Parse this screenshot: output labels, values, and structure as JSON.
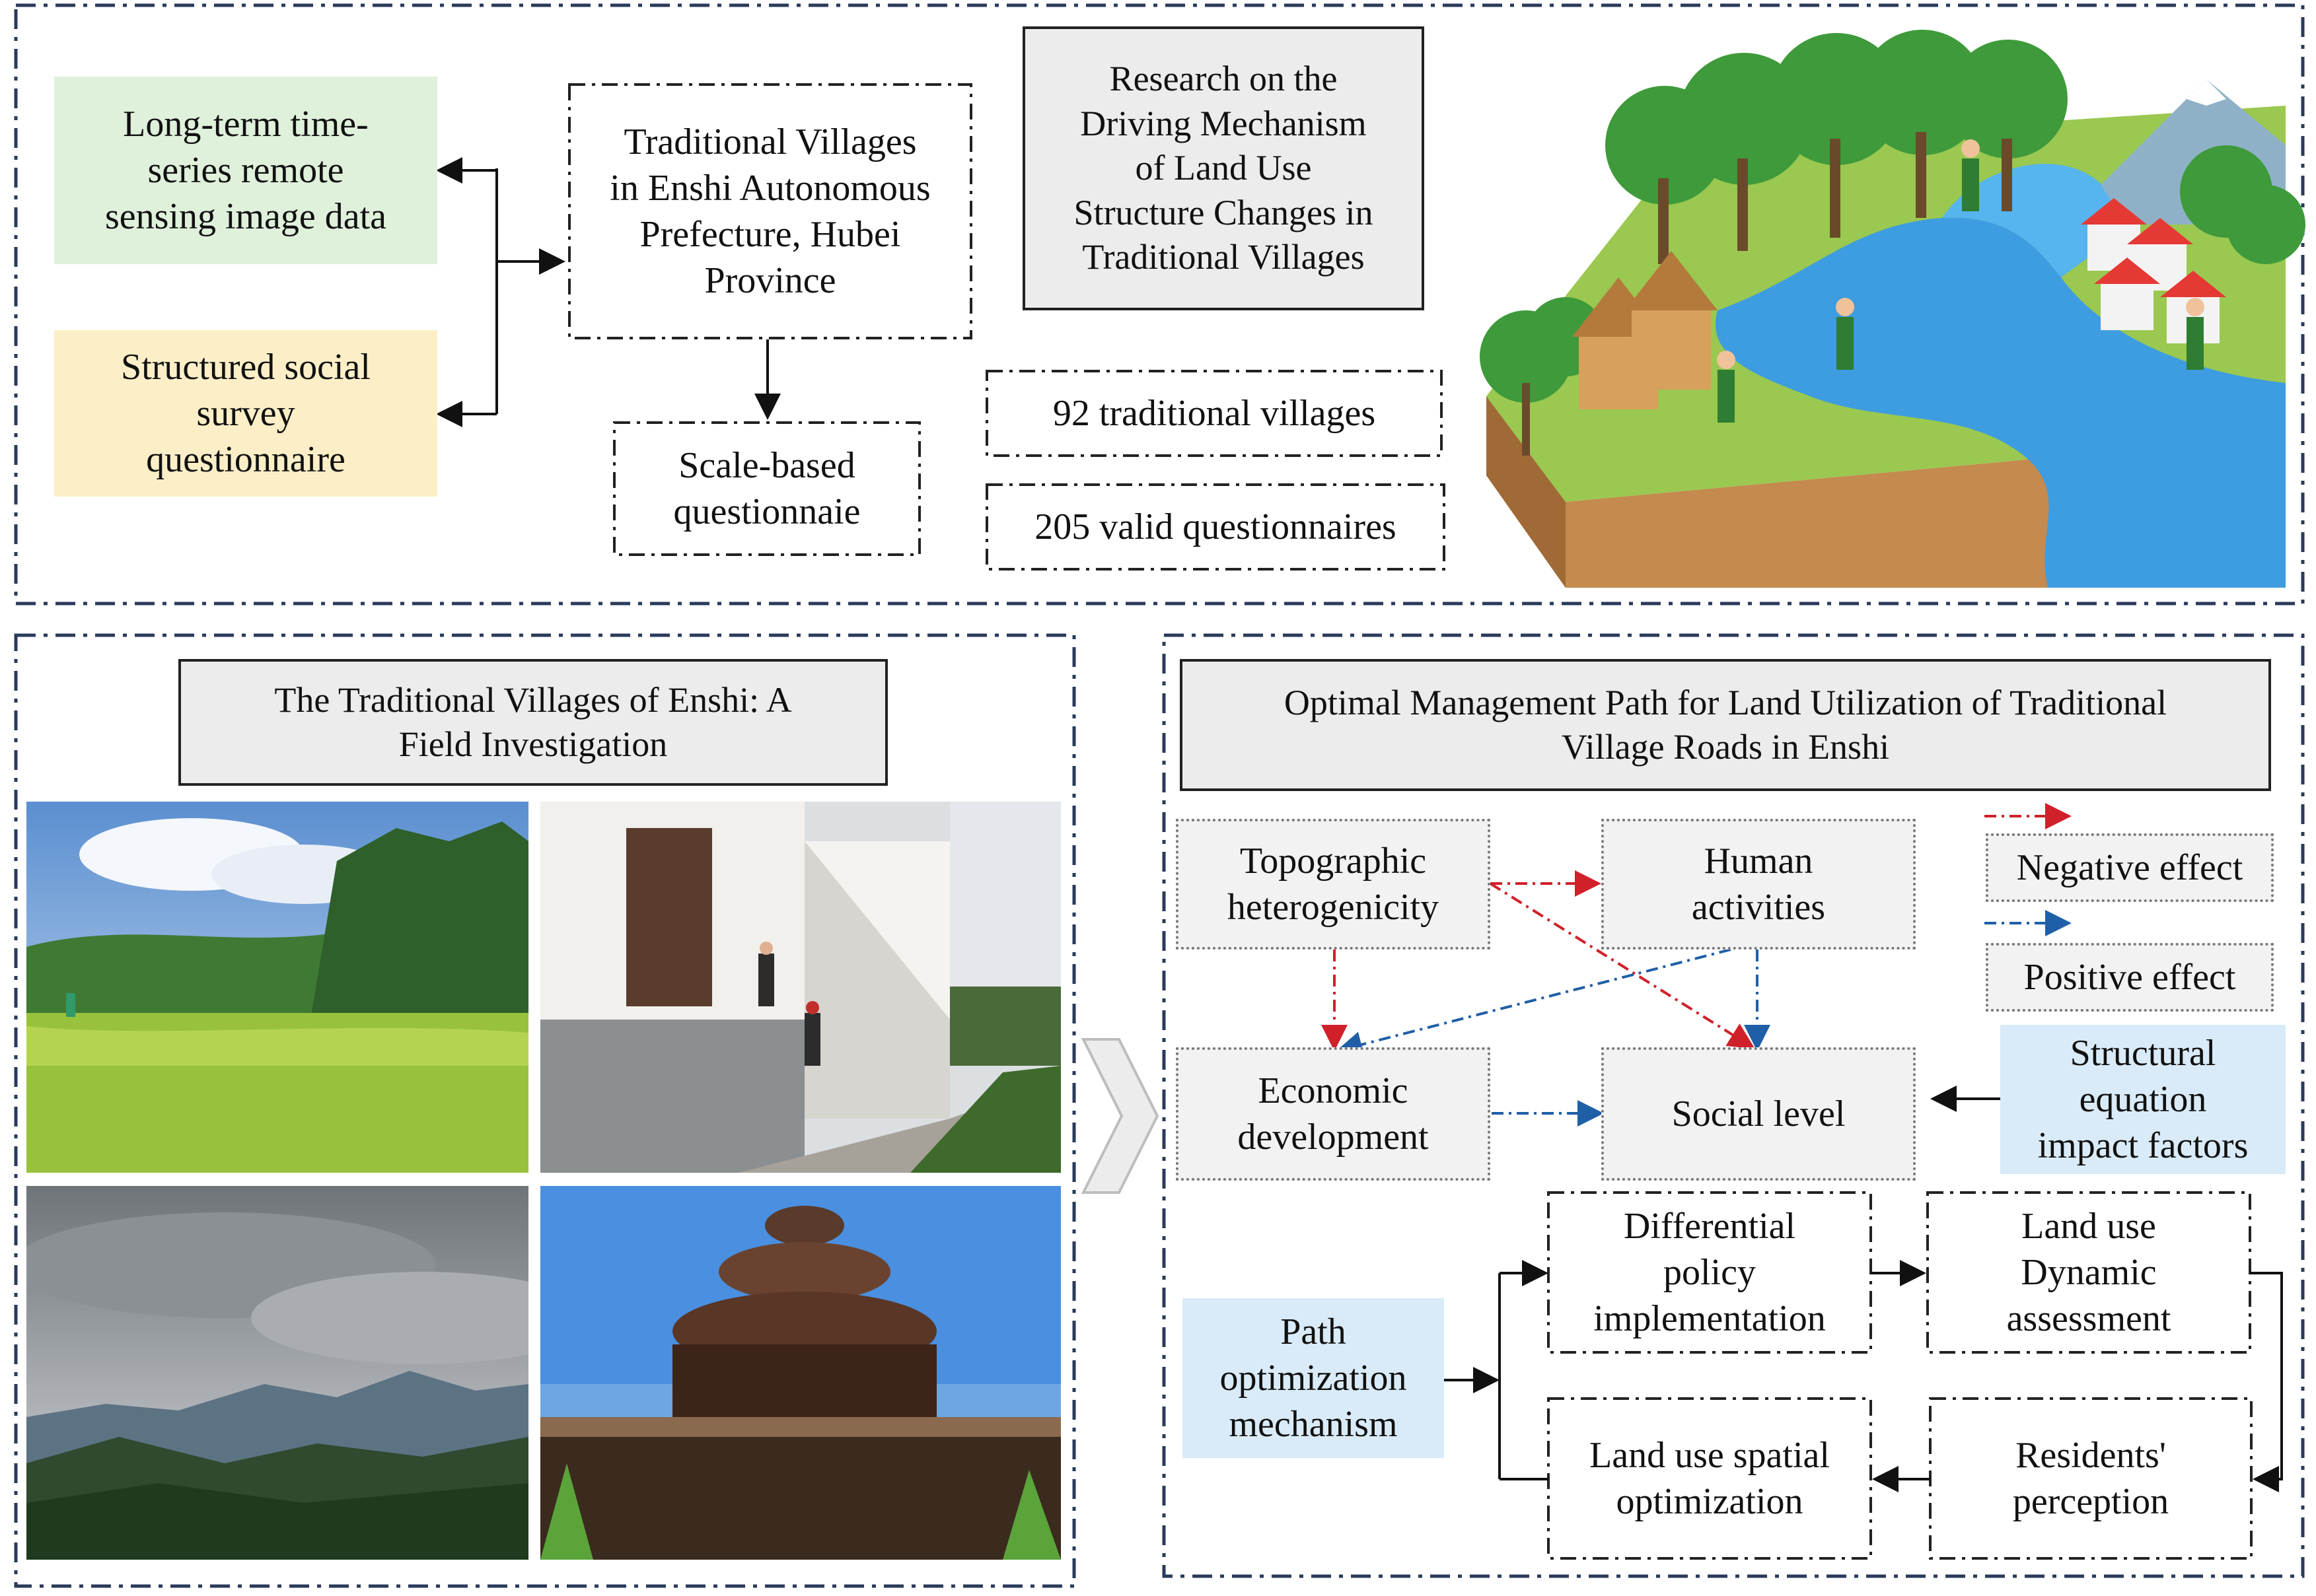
{
  "top": {
    "remote_sensing": "Long-term time-\nseries remote\nsensing image data",
    "social_survey": "Structured social\nsurvey\nquestionnaire",
    "villages_enshi": "Traditional Villages\nin Enshi Autonomous\nPrefecture, Hubei\nProvince",
    "scale_questionnaire": "Scale-based\nquestionnaie",
    "research_title": "Research on the\nDriving Mechanism\nof Land Use\nStructure Changes in\nTraditional Villages",
    "villages_count": "92 traditional villages",
    "questionnaires_count": "205 valid questionnaires"
  },
  "left_panel": {
    "title": "The Traditional Villages of Enshi: A\nField Investigation"
  },
  "right_panel": {
    "title": "Optimal Management Path for Land Utilization of Traditional\nVillage Roads in Enshi",
    "topographic": "Topographic\nheterogenicity",
    "human": "Human\nactivities",
    "economic": "Economic\ndevelopment",
    "social": "Social level",
    "legend_negative": "Negative effect",
    "legend_positive": "Positive effect",
    "sem_factors": "Structural\nequation\nimpact factors",
    "path_mechanism": "Path\noptimization\nmechanism",
    "differential_policy": "Differential\npolicy\nimplementation",
    "dynamic_assessment": "Land use\nDynamic\nassessment",
    "spatial_optimization": "Land use spatial\noptimization",
    "residents_perception": "Residents'\nperception"
  },
  "colors": {
    "negative": "#d0202a",
    "positive": "#1f5fa8",
    "green_fill": "#dff0db",
    "yellow_fill": "#fcefc7",
    "blue_fill": "#d9ebf8"
  }
}
